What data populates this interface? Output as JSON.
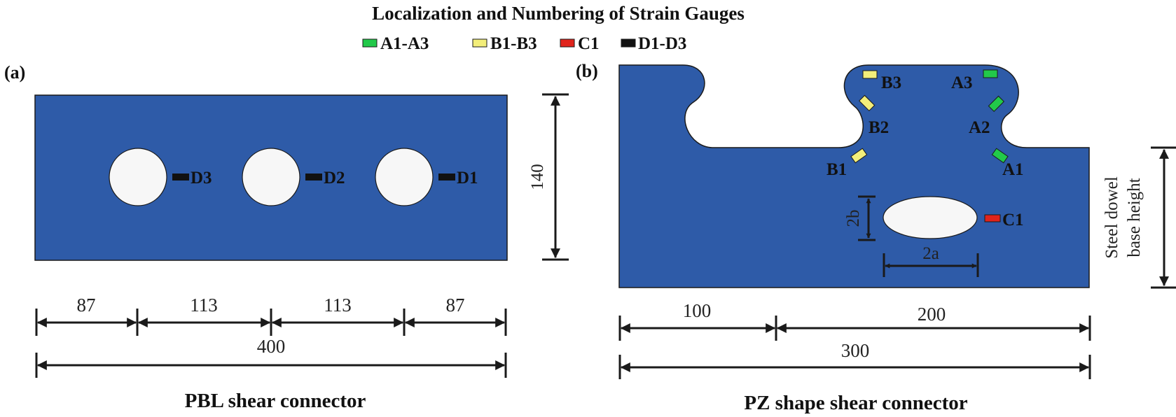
{
  "title": "Localization and Numbering of Strain Gauges",
  "legend": [
    {
      "label": "A1-A3",
      "color": "#22c94a"
    },
    {
      "label": "B1-B3",
      "color": "#f3ee7a"
    },
    {
      "label": "C1",
      "color": "#e0241c"
    },
    {
      "label": "D1-D3",
      "color": "#111111"
    }
  ],
  "colors": {
    "plate": "#2e5ba8",
    "hole": "#f7f7f7"
  },
  "panel_a": {
    "tag": "(a)",
    "caption": "PBL shear connector",
    "gauges": {
      "d1": "D1",
      "d2": "D2",
      "d3": "D3"
    },
    "dims": {
      "height": "140",
      "s1": "87",
      "s2": "113",
      "s3": "113",
      "s4": "87",
      "total": "400"
    }
  },
  "panel_b": {
    "tag": "(b)",
    "caption": "PZ shape shear connector",
    "gauges": {
      "a1": "A1",
      "a2": "A2",
      "a3": "A3",
      "b1": "B1",
      "b2": "B2",
      "b3": "B3",
      "c1": "C1"
    },
    "dims": {
      "two_b": "2b",
      "two_a": "2a",
      "left": "100",
      "right": "200",
      "total": "300",
      "base_line1": "Steel dowel",
      "base_line2": "base height"
    }
  }
}
